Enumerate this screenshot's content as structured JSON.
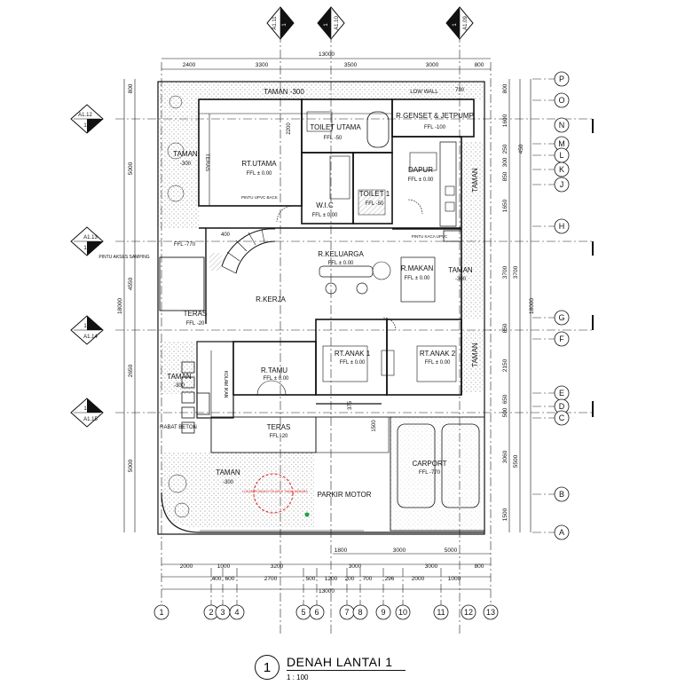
{
  "drawing": {
    "title": "DENAH LANTAI 1",
    "number": "1",
    "scale": "1 : 100"
  },
  "top_dims": {
    "total": "13000",
    "segments": [
      "2400",
      "3300",
      "3500",
      "3000",
      "800"
    ]
  },
  "bottom_dims": {
    "row1": [
      "1800",
      "3000",
      "5000"
    ],
    "row2": [
      "2000",
      "1000",
      "3200",
      "3000",
      "3000",
      "800"
    ],
    "row3": [
      "400",
      "600",
      "2700",
      "500",
      "1200",
      "200",
      "700",
      "296",
      "2000",
      "1000"
    ],
    "total": "13000"
  },
  "left_dims": {
    "total": "18000",
    "segments": [
      "800",
      "5000",
      "4550",
      "2650",
      "5000"
    ]
  },
  "right_dims": {
    "total": "18000",
    "outer": [
      "800",
      "1600",
      "250",
      "300",
      "850",
      "1650",
      "3700",
      "850",
      "2150",
      "650",
      "500",
      "3060",
      "1500"
    ],
    "inner": [
      "450",
      "3700",
      "5500"
    ]
  },
  "col_axes": [
    "1",
    "2",
    "3",
    "4",
    "5",
    "6",
    "7",
    "8",
    "9",
    "10",
    "11",
    "12",
    "13"
  ],
  "row_axes": [
    "P",
    "O",
    "N",
    "M",
    "L",
    "K",
    "J",
    "H",
    "G",
    "F",
    "E",
    "D",
    "C",
    "B",
    "A"
  ],
  "section_marks": {
    "left": [
      {
        "top": "A1.12",
        "bottom": "1"
      },
      {
        "top": "A1.13",
        "bottom": "1"
      },
      {
        "top": "1",
        "bottom": "A1.14"
      },
      {
        "top": "1",
        "bottom": "A1.15"
      }
    ],
    "top": [
      {
        "a": "A1.11",
        "b": "1"
      },
      {
        "a": "1",
        "b": "A1.10"
      },
      {
        "a": "1",
        "b": "A1.09"
      }
    ]
  },
  "rooms": {
    "taman_top": "TAMAN -300",
    "low_wall": "LOW WALL",
    "low_wall_dim": "730",
    "genset": {
      "name": "R.GENSET & JETPUMP",
      "ffl": "FFL -100"
    },
    "toilet_utama": {
      "name": "TOILET UTAMA",
      "ffl": "FFL -50"
    },
    "taman_left": {
      "name": "TAMAN",
      "lvl": "-300"
    },
    "teras_v": "TERAS",
    "rt_utama": {
      "name": "RT.UTAMA",
      "ffl": "FFL ± 0.00"
    },
    "pintu_upvc": "PINTU UPVC BACK",
    "dim_2200": "2200",
    "wic": {
      "name": "W.I.C",
      "ffl": "FFL ± 0.00"
    },
    "toilet1": {
      "name": "TOILET 1",
      "ffl": "FFL -50"
    },
    "dapur": {
      "name": "DAPUR",
      "ffl": "FFL ± 0.00"
    },
    "taman_right1": "TAMAN",
    "ffl_770": "FFL -770",
    "dim_400": "400",
    "pintu_samping": "PINTU AKSES SAMPING",
    "keluarga": {
      "name": "R.KELUARGA",
      "ffl": "FFL ± 0.00"
    },
    "pintu_kaca": "PINTU KACA UPVC",
    "makan": {
      "name": "R.MAKAN",
      "ffl": "FFL ± 0.00"
    },
    "taman_right2": {
      "name": "TAMAN",
      "lvl": "-300"
    },
    "kerja": "R.KERJA",
    "teras1": {
      "name": "TERAS",
      "ffl": "FFL -20"
    },
    "anak1": {
      "name": "RT.ANAK 1",
      "ffl": "FFL ± 0.00"
    },
    "anak2": {
      "name": "RT.ANAK 2",
      "ffl": "FFL ± 0.00"
    },
    "taman_right3": "TAMAN",
    "tamu": {
      "name": "R.TAMU",
      "ffl": "FFL ± 0.00"
    },
    "kolam": "KOLAM IKAN",
    "taman_mid": {
      "name": "TAMAN",
      "lvl": "-300"
    },
    "dim_375": "375",
    "dim_1500": "1500",
    "rabat": "RABAT BETON",
    "teras2": {
      "name": "TERAS",
      "ffl": "FFL -20"
    },
    "carport": {
      "name": "CARPORT",
      "ffl": "FFL -770"
    },
    "taman_bottom": {
      "name": "TAMAN",
      "lvl": "-300"
    },
    "tree_note": "LOKASI PONDASI TELAPAK TIANG MENARA",
    "parkir": "PARKIR MOTOR"
  },
  "colors": {
    "line": "#111111",
    "hatch": "#7a7a7a",
    "tree_circle": "#d92020",
    "marker": "#16a34a"
  }
}
